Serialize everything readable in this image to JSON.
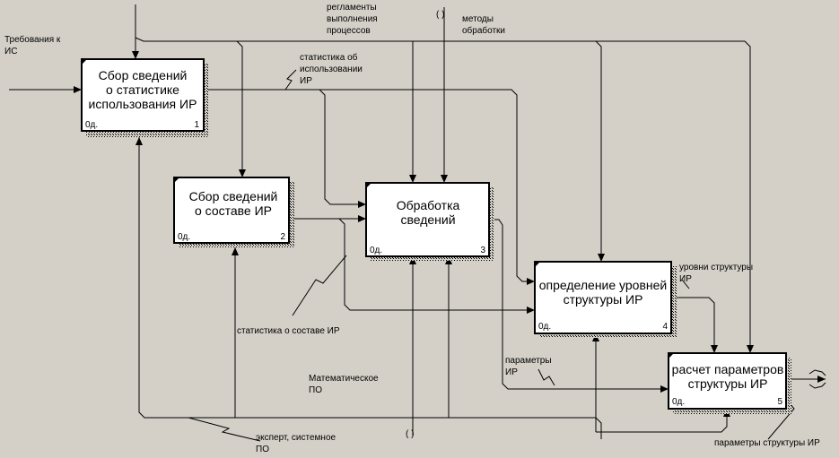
{
  "boxes": [
    {
      "id": "box-1",
      "title_lines": [
        "Сбор сведений",
        "о статистике",
        "использования ИР"
      ],
      "cost": "0д.",
      "number": "1"
    },
    {
      "id": "box-2",
      "title_lines": [
        "Сбор сведений",
        "о составе ИР"
      ],
      "cost": "0д.",
      "number": "2"
    },
    {
      "id": "box-3",
      "title_lines": [
        "Обработка",
        "сведений"
      ],
      "cost": "0д.",
      "number": "3"
    },
    {
      "id": "box-4",
      "title_lines": [
        "определение уровней",
        "структуры ИР"
      ],
      "cost": "0д.",
      "number": "4"
    },
    {
      "id": "box-5",
      "title_lines": [
        "расчет параметров",
        "структуры ИР"
      ],
      "cost": "0д.",
      "number": "5"
    }
  ],
  "labels": {
    "requirements": [
      "Требования к",
      "ИС"
    ],
    "regulations": [
      "регламенты",
      "выполнения",
      "процессов"
    ],
    "methods": [
      "методы",
      "обработки"
    ],
    "usage_stats": [
      "статистика об",
      "использовании",
      "ИР"
    ],
    "composition_stats": [
      "статистика о составе ИР"
    ],
    "structure_levels": [
      "уровни структуры",
      "ИР"
    ],
    "ir_params": [
      "параметры",
      "ИР"
    ],
    "math_software": [
      "Математическое",
      "ПО"
    ],
    "expert_software": [
      "эксперт, системное",
      "ПО"
    ],
    "structure_params": [
      "параметры структуры ИР"
    ],
    "tunnel_top": "( )",
    "tunnel_bottom": "( )"
  }
}
